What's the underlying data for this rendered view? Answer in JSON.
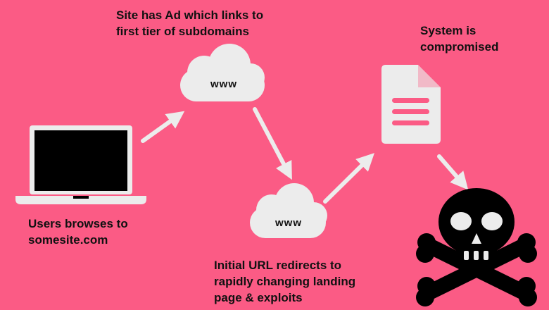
{
  "labels": {
    "ad": "Site has Ad which links to\nfirst tier of subdomains",
    "system": "System is\ncompromised",
    "user": "Users browses to\nsomesite.com",
    "redirect": "Initial URL redirects to\nrapidly changing landing\npage & exploits"
  },
  "clouds": {
    "top": "www",
    "bottom": "www"
  },
  "icons": [
    "laptop-icon",
    "cloud-icon",
    "cloud-icon",
    "document-icon",
    "skull-crossbones-icon"
  ],
  "colors": {
    "background": "#fb5b85",
    "shapes": "#ececec",
    "text": "#111111"
  }
}
